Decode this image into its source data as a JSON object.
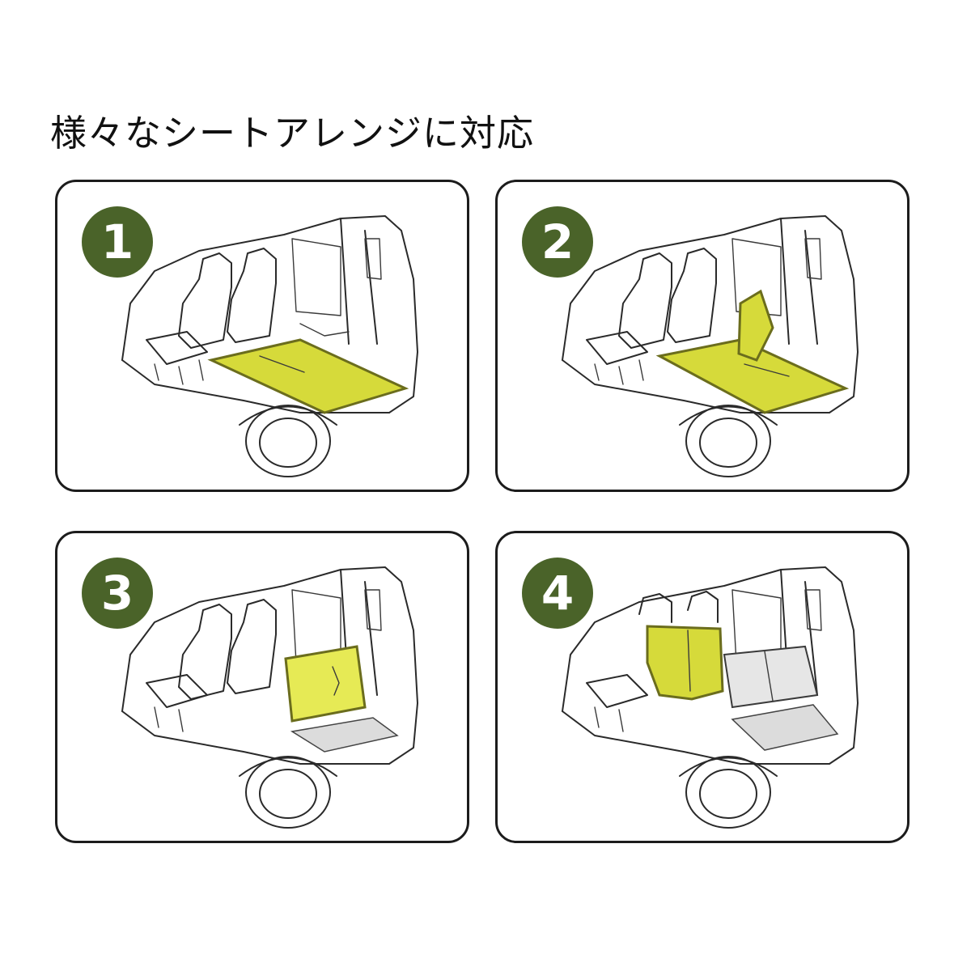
{
  "title": "様々なシートアレンジに対応",
  "colors": {
    "badge": "#4a6329",
    "mat": "#d6da3a",
    "mat_stroke": "#6b6d1d",
    "grey_floor": "#dcdcdc",
    "outline": "#1c1c1c"
  },
  "panels": [
    {
      "number": "1",
      "arrangement": "flat-floor-mat"
    },
    {
      "number": "2",
      "arrangement": "floor-mat-with-folded-backrest"
    },
    {
      "number": "3",
      "arrangement": "upright-rear-seat-cover"
    },
    {
      "number": "4",
      "arrangement": "front-seat-back-cover-with-flipped-rear-seats"
    }
  ]
}
